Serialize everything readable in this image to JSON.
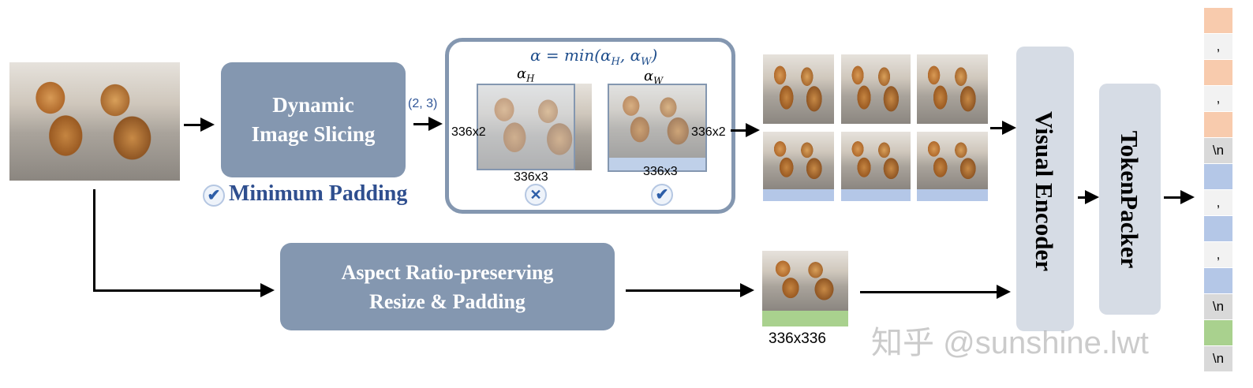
{
  "slicing_box": {
    "line1": "Dynamic",
    "line2": "Image Slicing"
  },
  "slice_grid": "(2, 3)",
  "min_padding": "Minimum Padding",
  "formula": "α = min(α_H, α_W)",
  "alpha_h": "α_H",
  "alpha_w": "α_W",
  "left_dims": {
    "side": "336x2",
    "bottom": "336x3"
  },
  "right_dims": {
    "side": "336x2",
    "bottom": "336x3"
  },
  "resize_box": {
    "line1": "Aspect Ratio-preserving",
    "line2": "Resize & Padding"
  },
  "thumb_label": "336x336",
  "visual_encoder": "Visual Encoder",
  "token_packer": "TokenPacker",
  "watermark": "知乎 @sunshine.lwt",
  "tokens": [
    {
      "text": "",
      "color": "#f8cbad"
    },
    {
      "text": ",",
      "color": "#f2f2f2"
    },
    {
      "text": "",
      "color": "#f8cbad"
    },
    {
      "text": ",",
      "color": "#f2f2f2"
    },
    {
      "text": "",
      "color": "#f8cbad"
    },
    {
      "text": "\\n",
      "color": "#d9d9d9"
    },
    {
      "text": "",
      "color": "#b4c7e7"
    },
    {
      "text": ",",
      "color": "#f2f2f2"
    },
    {
      "text": "",
      "color": "#b4c7e7"
    },
    {
      "text": ",",
      "color": "#f2f2f2"
    },
    {
      "text": "",
      "color": "#b4c7e7"
    },
    {
      "text": "\\n",
      "color": "#d9d9d9"
    },
    {
      "text": "",
      "color": "#a9d18e"
    },
    {
      "text": "\\n",
      "color": "#d9d9d9"
    }
  ],
  "colors": {
    "box_fill": "#8497b0",
    "pad_blue": "#b4c7e7",
    "pad_green": "#a9d18e",
    "encoder_fill": "#d6dce5",
    "frame": "#8497b0"
  }
}
